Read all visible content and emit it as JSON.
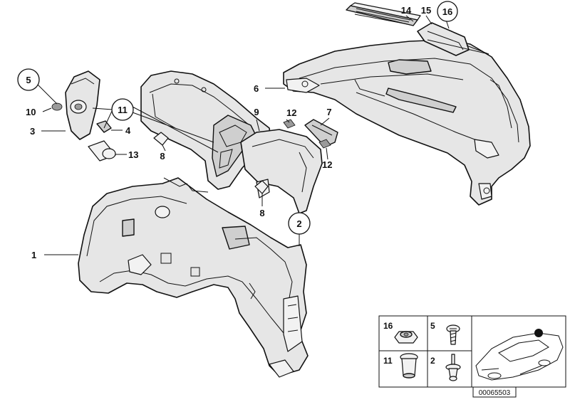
{
  "callouts": {
    "c1": "1",
    "c2": "2",
    "c3": "3",
    "c4": "4",
    "c5": "5",
    "c6": "6",
    "c7": "7",
    "c8a": "8",
    "c8b": "8",
    "c9": "9",
    "c10": "10",
    "c11": "11",
    "c12a": "12",
    "c12b": "12",
    "c13": "13",
    "c14": "14",
    "c15": "15",
    "c16": "16"
  },
  "inset": {
    "label_16": "16",
    "label_5": "5",
    "label_11": "11",
    "label_2": "2"
  },
  "diagram_number": "00065503"
}
